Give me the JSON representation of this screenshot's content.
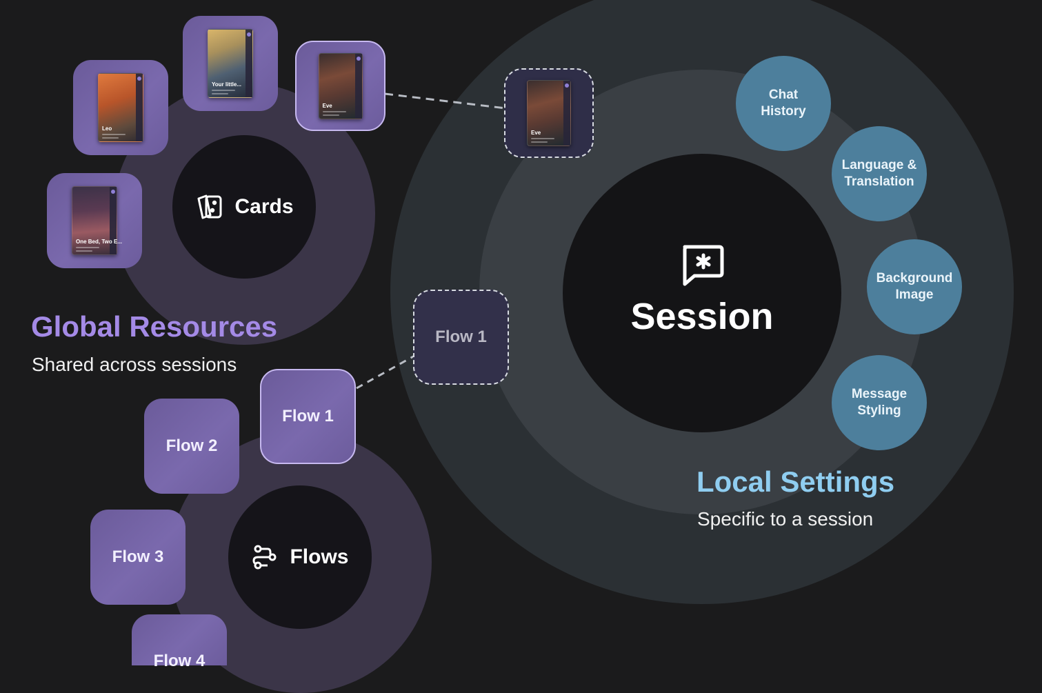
{
  "colors": {
    "background": "#1b1b1c",
    "global_accent": "#a48ae6",
    "local_accent": "#8fcdf0",
    "tile": "#7565a6",
    "bubble": "#4d7f9c"
  },
  "cards_hub": {
    "label": "Cards",
    "icon": "cards-icon",
    "cards": [
      {
        "name": "Leo",
        "icon": "character-card-icon"
      },
      {
        "name": "Your little...",
        "icon": "character-card-icon"
      },
      {
        "name": "Eve",
        "icon": "character-card-icon"
      },
      {
        "name": "One Bed, Two E...",
        "icon": "character-card-icon"
      }
    ]
  },
  "global": {
    "title": "Global Resources",
    "subtitle": "Shared across sessions"
  },
  "flows_hub": {
    "label": "Flows",
    "icon": "flows-icon",
    "flows": [
      "Flow 1",
      "Flow 2",
      "Flow 3",
      "Flow 4"
    ]
  },
  "session": {
    "label": "Session",
    "icon": "chat-asterisk-icon",
    "linked_card": {
      "name": "Eve"
    },
    "linked_flow": "Flow 1",
    "settings": [
      {
        "label": "Chat History"
      },
      {
        "label": "Language & Translation"
      },
      {
        "label": "Background Image"
      },
      {
        "label": "Message Styling"
      }
    ]
  },
  "local": {
    "title": "Local Settings",
    "subtitle": "Specific to a session"
  }
}
